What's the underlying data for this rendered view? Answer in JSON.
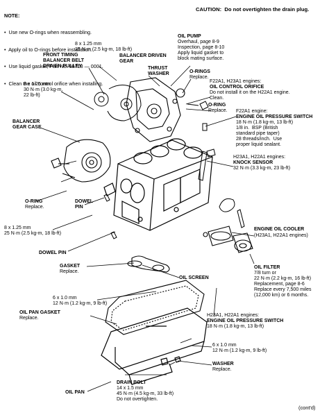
{
  "note": {
    "heading": "NOTE:",
    "lines": [
      "•  Use new O-rings when reassembling.",
      "•  Apply oil to O-rings before installation.",
      "•  Use liquid gasket, Part No. 08718 — 0001.",
      "•  Clean the oil control orifice when installing."
    ]
  },
  "caution": "CAUTION:  Do not overtighten the drain plug.",
  "labels": {
    "bolt_top_spec": "8 x 1.25 mm\n25 N·m (2.5 kg-m, 18 lb-ft)",
    "front_timing_pulley": "FRONT TIMING\nBALANCER BELT\nDRIVEN PULLEY",
    "balancer_driven_gear": "BALANCER DRIVEN\nGEAR",
    "thrust_washer": "THRUST\nWASHER",
    "oil_pump_title": "OIL PUMP",
    "oil_pump_text": "Overhaul, page 8-9\nInspection, page 8-10\nApply liquid gasket to\nblock mating surface.",
    "o_rings_top_title": "O-RINGS",
    "o_rings_top_text": "Replace.",
    "left_bolt_spec": "8 x 1.25 mm\n30 N·m (3.0 kg-m,\n22 lb-ft)",
    "orifice_head": "F22A1, H23A1 engines:",
    "orifice_title": "OIL CONTROL ORIFICE",
    "orifice_text": "Do not install it on the H22A1 engine.\nClean.",
    "o_ring_right_title": "O-RING",
    "o_ring_right_text": "Replace.",
    "balancer_gear_case": "BALANCER\nGEAR CASE",
    "ops_head": "F22A1 engine:",
    "ops_title": "ENGINE OIL PRESSURE SWITCH",
    "ops_text": "18 N·m (1.8 kg-m, 13 lb-ft)\n1/8 in.  BSP (British\nstandard pipe taper)\n28 threads/inch.  Use\nproper liquid sealant.",
    "knock_head": "H23A1, H22A1 engines:",
    "knock_title": "KNOCK SENSOR",
    "knock_text": "32 N·m (3.3 kg-m, 23 lb-ft)",
    "o_ring_left_title": "O-RING",
    "o_ring_left_text": "Replace.",
    "dowel_pin_1": "DOWEL\nPIN",
    "left_lower_spec": "8 x 1.25 mm\n25 N·m (2.5 kg-m, 18 lb-ft)",
    "dowel_pin_2": "DOWEL PIN",
    "cooler_title": "ENGINE OIL COOLER",
    "cooler_text": "(H23A1, H22A1 engines)",
    "gasket_title": "GASKET",
    "gasket_text": "Replace.",
    "oil_screen": "OIL SCREEN",
    "filter_title": "OIL FILTER",
    "filter_text": "7/8 turn or\n22 N·m (2.2 kg-m, 16 lb-ft)\nReplacement, page 8-6\nReplace every 7,500 miles\n(12,000 km) or 6 months.",
    "pan_bolt_spec": "6 x 1.0 mm\n12 N·m (1.2 kg-m, 9 lb-ft)",
    "pan_gasket_title": "OIL PAN GASKET",
    "pan_gasket_text": "Replace.",
    "ops2_head": "H23A1, H22A1 engines:",
    "ops2_title": "ENGINE OIL PRESSURE SWITCH",
    "ops2_text": "18 N·m (1.8 kg-m, 13 lb-ft)",
    "right_bolt_spec": "6 x 1.0 mm\n12 N·m (1.2 kg-m, 9 lb-ft)",
    "washer_title": "WASHER",
    "washer_text": "Replace.",
    "drain_title": "DRAIN BOLT",
    "drain_text": "14 x 1.5 mm\n45 N·m (4.5 kg-m, 33 lb-ft)\nDo not overtighten.",
    "oil_pan": "OIL PAN",
    "contd": "(cont'd)"
  }
}
